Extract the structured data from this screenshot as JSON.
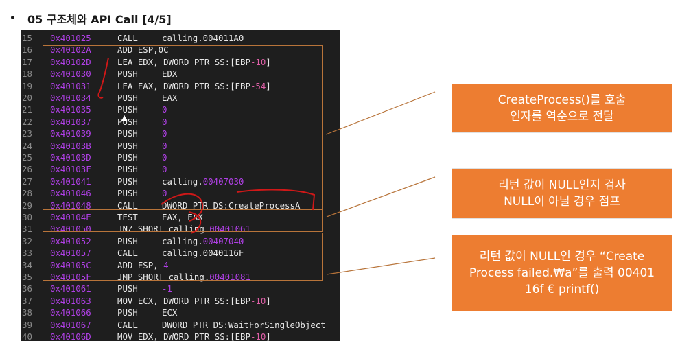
{
  "slide": {
    "bullet": "•",
    "title": "05 구조체와 API Call [4/5]"
  },
  "code": [
    {
      "ln": "15",
      "addr": "0x401025",
      "mn": "CALL",
      "op": [
        {
          "t": "calling.004011A0"
        }
      ]
    },
    {
      "ln": "16",
      "addr": "0x40102A",
      "mn": "ADD ESP,0C",
      "op": []
    },
    {
      "ln": "17",
      "addr": "0x40102D",
      "mn": "LEA EDX, DWORD PTR SS:[EBP",
      "op": [
        {
          "t": "-10",
          "c": "hr"
        },
        {
          "t": "]"
        }
      ]
    },
    {
      "ln": "18",
      "addr": "0x401030",
      "mn": "PUSH",
      "op": [
        {
          "t": "EDX"
        }
      ]
    },
    {
      "ln": "19",
      "addr": "0x401031",
      "mn": "LEA EAX, DWORD PTR SS:[EBP",
      "op": [
        {
          "t": "-54",
          "c": "hr"
        },
        {
          "t": "]"
        }
      ]
    },
    {
      "ln": "20",
      "addr": "0x401034",
      "mn": "PUSH",
      "op": [
        {
          "t": "EAX"
        }
      ]
    },
    {
      "ln": "21",
      "addr": "0x401035",
      "mn": "PUSH",
      "op": [
        {
          "t": "0",
          "c": "hl"
        }
      ]
    },
    {
      "ln": "22",
      "addr": "0x401037",
      "mn": "PUSH",
      "op": [
        {
          "t": "0",
          "c": "hl"
        }
      ]
    },
    {
      "ln": "23",
      "addr": "0x401039",
      "mn": "PUSH",
      "op": [
        {
          "t": "0",
          "c": "hl"
        }
      ]
    },
    {
      "ln": "24",
      "addr": "0x40103B",
      "mn": "PUSH",
      "op": [
        {
          "t": "0",
          "c": "hl"
        }
      ]
    },
    {
      "ln": "25",
      "addr": "0x40103D",
      "mn": "PUSH",
      "op": [
        {
          "t": "0",
          "c": "hl"
        }
      ]
    },
    {
      "ln": "26",
      "addr": "0x40103F",
      "mn": "PUSH",
      "op": [
        {
          "t": "0",
          "c": "hl"
        }
      ]
    },
    {
      "ln": "27",
      "addr": "0x401041",
      "mn": "PUSH",
      "op": [
        {
          "t": "calling."
        },
        {
          "t": "00407030",
          "c": "hl"
        }
      ]
    },
    {
      "ln": "28",
      "addr": "0x401046",
      "mn": "PUSH",
      "op": [
        {
          "t": "0",
          "c": "hl"
        }
      ]
    },
    {
      "ln": "29",
      "addr": "0x401048",
      "mn": "CALL",
      "op": [
        {
          "t": "DWORD PTR DS:CreateProcessA"
        }
      ]
    },
    {
      "ln": "30",
      "addr": "0x40104E",
      "mn": "TEST",
      "op": [
        {
          "t": "EAX, EAX"
        }
      ]
    },
    {
      "ln": "31",
      "addr": "0x401050",
      "mn": "JNZ SHORT calling.",
      "op": [
        {
          "t": "00401061",
          "c": "hl"
        }
      ]
    },
    {
      "ln": "32",
      "addr": "0x401052",
      "mn": "PUSH",
      "op": [
        {
          "t": "calling."
        },
        {
          "t": "00407040",
          "c": "hl"
        }
      ]
    },
    {
      "ln": "33",
      "addr": "0x401057",
      "mn": "CALL",
      "op": [
        {
          "t": "calling.0040116F"
        }
      ]
    },
    {
      "ln": "34",
      "addr": "0x40105C",
      "mn": "ADD ESP, ",
      "op": [
        {
          "t": "4",
          "c": "hl"
        }
      ]
    },
    {
      "ln": "35",
      "addr": "0x40105F",
      "mn": "JMP SHORT calling.",
      "op": [
        {
          "t": "00401081",
          "c": "hl"
        }
      ]
    },
    {
      "ln": "36",
      "addr": "0x401061",
      "mn": "PUSH",
      "op": [
        {
          "t": "-1",
          "c": "hl"
        }
      ]
    },
    {
      "ln": "37",
      "addr": "0x401063",
      "mn": "MOV ECX, DWORD PTR SS:[EBP",
      "op": [
        {
          "t": "-10",
          "c": "hr"
        },
        {
          "t": "]"
        }
      ]
    },
    {
      "ln": "38",
      "addr": "0x401066",
      "mn": "PUSH",
      "op": [
        {
          "t": "ECX"
        }
      ]
    },
    {
      "ln": "39",
      "addr": "0x401067",
      "mn": "CALL",
      "op": [
        {
          "t": "DWORD PTR DS:WaitForSingleObject"
        }
      ]
    },
    {
      "ln": "40",
      "addr": "0x40106D",
      "mn": "MOV EDX, DWORD PTR SS:[EBP",
      "op": [
        {
          "t": "-10",
          "c": "hr"
        },
        {
          "t": "]"
        }
      ]
    }
  ],
  "callouts": [
    {
      "lines": [
        "CreateProcess()를 호출",
        "인자를 역순으로 전달"
      ]
    },
    {
      "lines": [
        "리턴 값이 NULL인지 검사",
        "NULL이 아닐 경우 점프"
      ]
    },
    {
      "lines": [
        "리턴 값이 NULL인 경우  “Create",
        "Process failed.₩a”를 출력  00401",
        "16f €  printf()"
      ]
    }
  ],
  "colors": {
    "callout_fill": "#ed7d31",
    "box_border": "#b8743a",
    "address": "#b040e6",
    "annotation_ink": "#d01818",
    "code_background": "#1e1e1e"
  }
}
